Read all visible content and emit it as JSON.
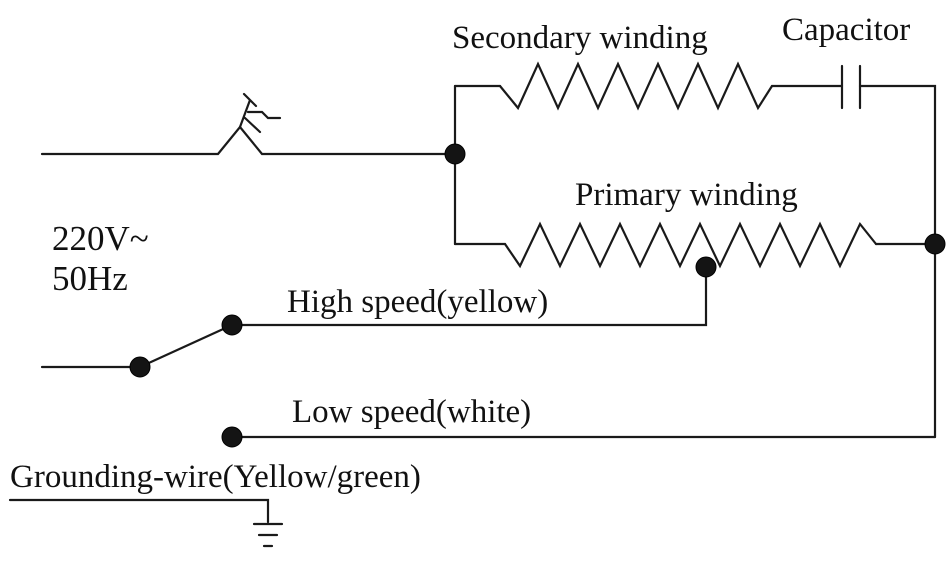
{
  "labels": {
    "secondary_winding": "Secondary winding",
    "capacitor": "Capacitor",
    "primary_winding": "Primary winding",
    "voltage": "220V~",
    "frequency": "50Hz",
    "high_speed": "High speed(yellow)",
    "low_speed": "Low speed(white)",
    "grounding": "Grounding-wire(Yellow/green)"
  },
  "colors": {
    "ink": "#1a1a1a",
    "node": "#141414",
    "background": "#ffffff"
  }
}
